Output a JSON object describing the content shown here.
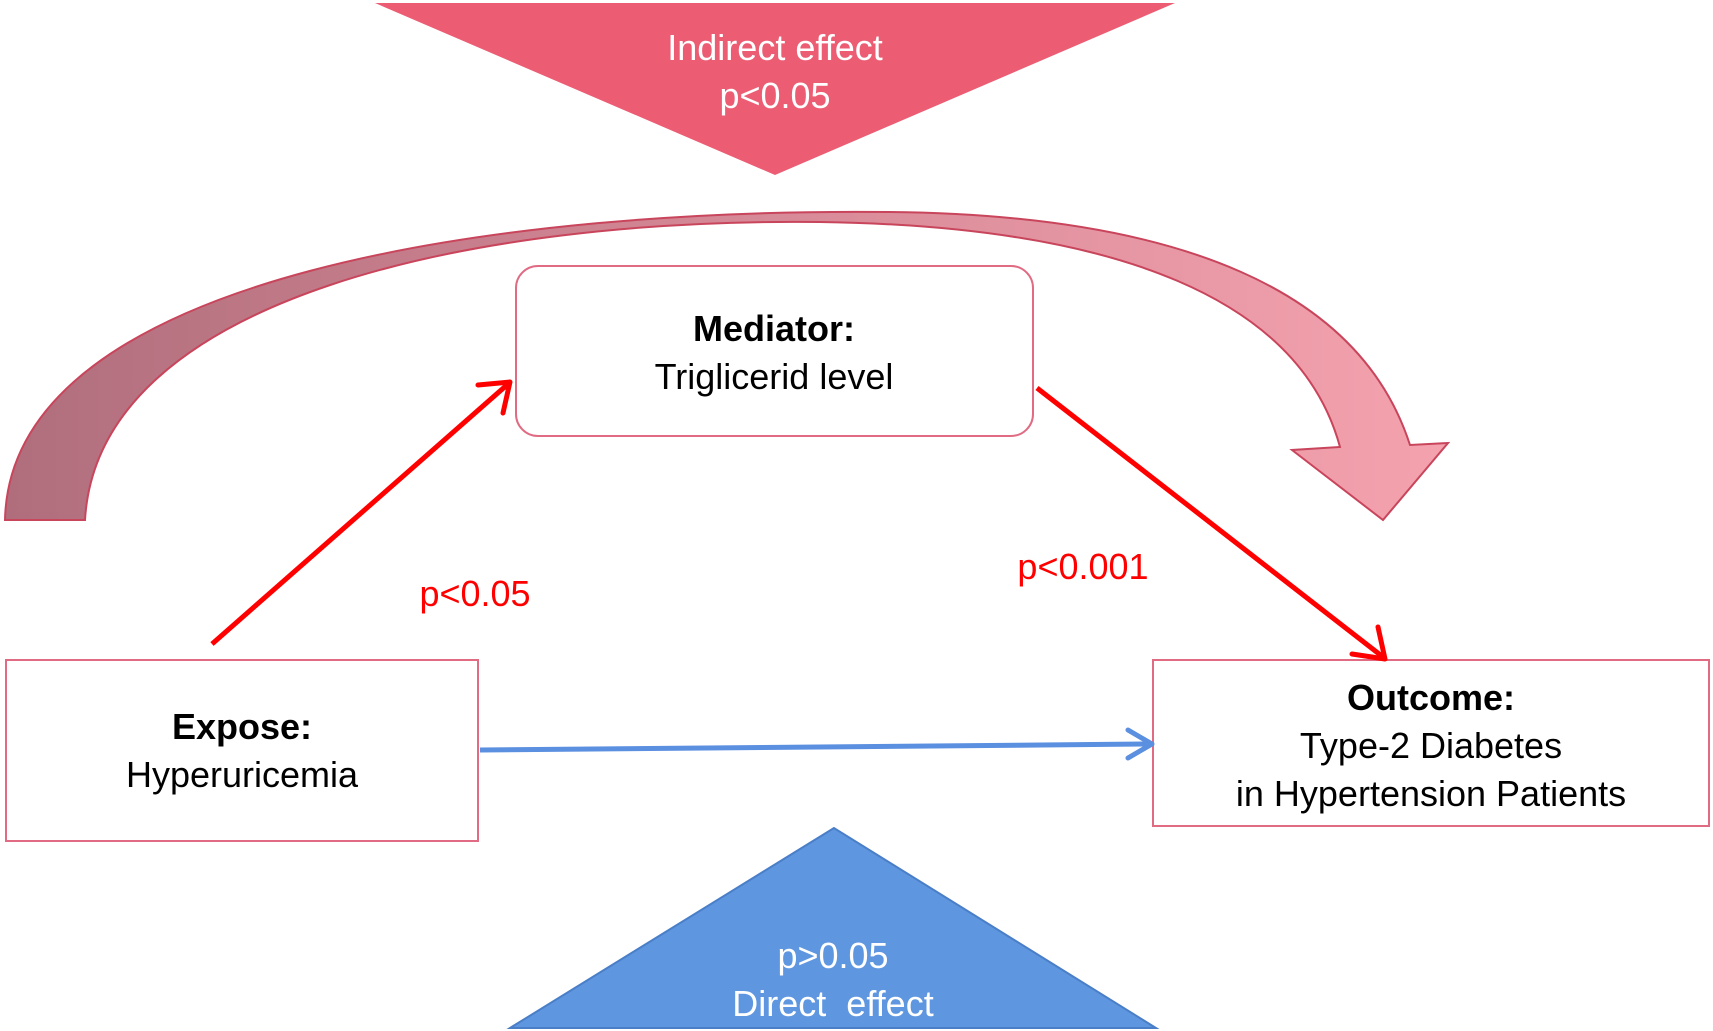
{
  "colors": {
    "indirect_banner": "#ec5d74",
    "direct_banner": "#5f96e0",
    "path_arrow": "#ff0000",
    "direct_arrow": "#5b8fe0",
    "box_border": "#e06b83",
    "curved_arrow_light": "#f4a2ae",
    "curved_arrow_dark": "#b57885",
    "significance_text": "#ff0000"
  },
  "indirect_effect": {
    "label": "Indirect effect",
    "p_value": "p<0.05"
  },
  "direct_effect": {
    "p_value": "p>0.05",
    "label": "Direct  effect"
  },
  "mediator": {
    "title": "Mediator:",
    "name": "Triglicerid level"
  },
  "exposure": {
    "title": "Expose:",
    "name": "Hyperuricemia"
  },
  "outcome": {
    "title": "Outcome:",
    "line1": "Type-2 Diabetes",
    "line2": "in Hypertension Patients"
  },
  "paths": {
    "exposure_to_mediator_p": "p<0.05",
    "mediator_to_outcome_p": "p<0.001"
  }
}
